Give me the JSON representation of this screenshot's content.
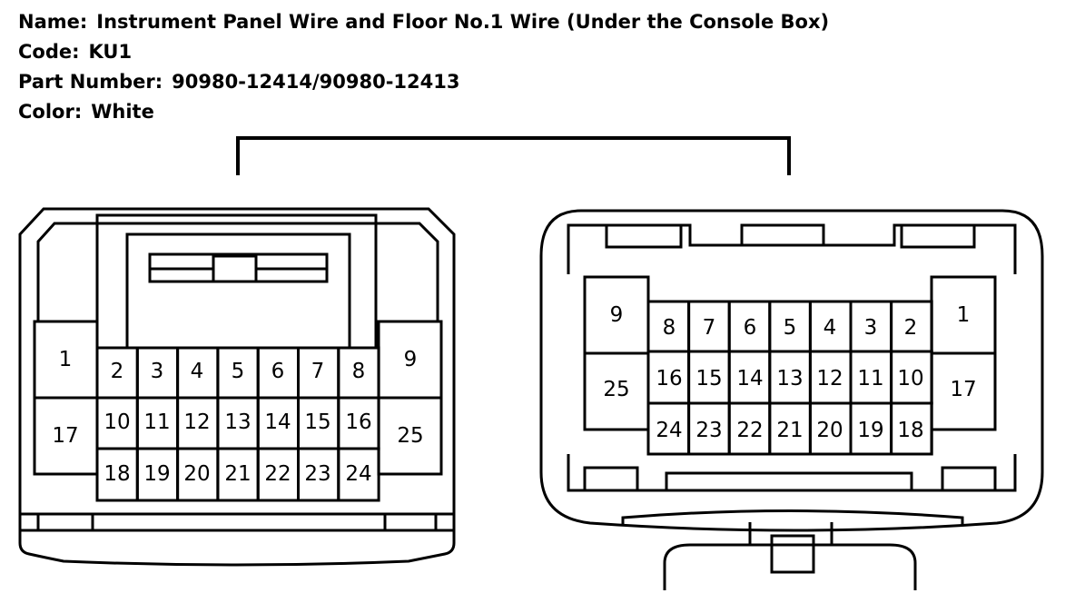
{
  "header": {
    "name_label": "Name:",
    "name_value": "Instrument Panel Wire and Floor No.1 Wire (Under the Console Box)",
    "code_label": "Code:",
    "code_value": "KU1",
    "part_label": "Part Number:",
    "part_value": "90980-12414/90980-12413",
    "color_label": "Color:",
    "color_value": "White"
  },
  "left_connector": {
    "pins": [
      "1",
      "2",
      "3",
      "4",
      "5",
      "6",
      "7",
      "8",
      "9",
      "10",
      "11",
      "12",
      "13",
      "14",
      "15",
      "16",
      "17",
      "18",
      "19",
      "20",
      "21",
      "22",
      "23",
      "24",
      "25"
    ]
  },
  "right_connector": {
    "pins": [
      "1",
      "2",
      "3",
      "4",
      "5",
      "6",
      "7",
      "8",
      "9",
      "10",
      "11",
      "12",
      "13",
      "14",
      "15",
      "16",
      "17",
      "18",
      "19",
      "20",
      "21",
      "22",
      "23",
      "24",
      "25"
    ]
  }
}
